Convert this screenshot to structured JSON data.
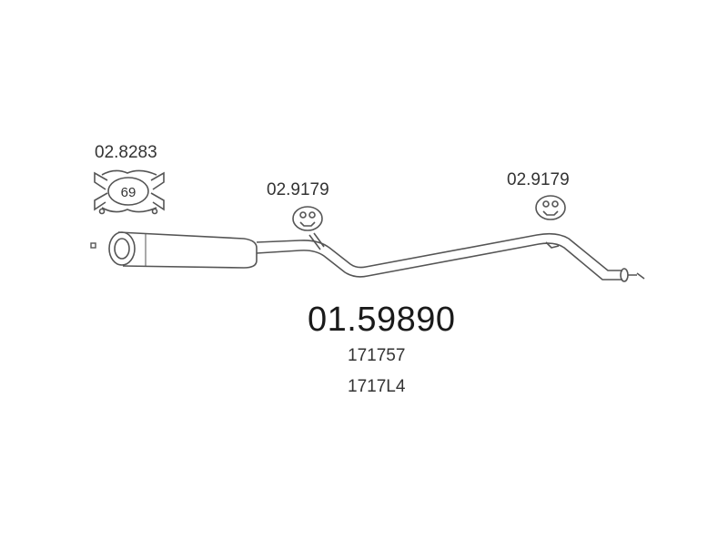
{
  "labels": {
    "clamp_part": "02.8283",
    "clamp_size": "69",
    "hanger_left": "02.9179",
    "hanger_right": "02.9179"
  },
  "main": {
    "part_number": "01.59890",
    "oe_ref_1": "171757",
    "oe_ref_2": "1717L4"
  },
  "colors": {
    "line": "#555555",
    "text": "#333333"
  }
}
